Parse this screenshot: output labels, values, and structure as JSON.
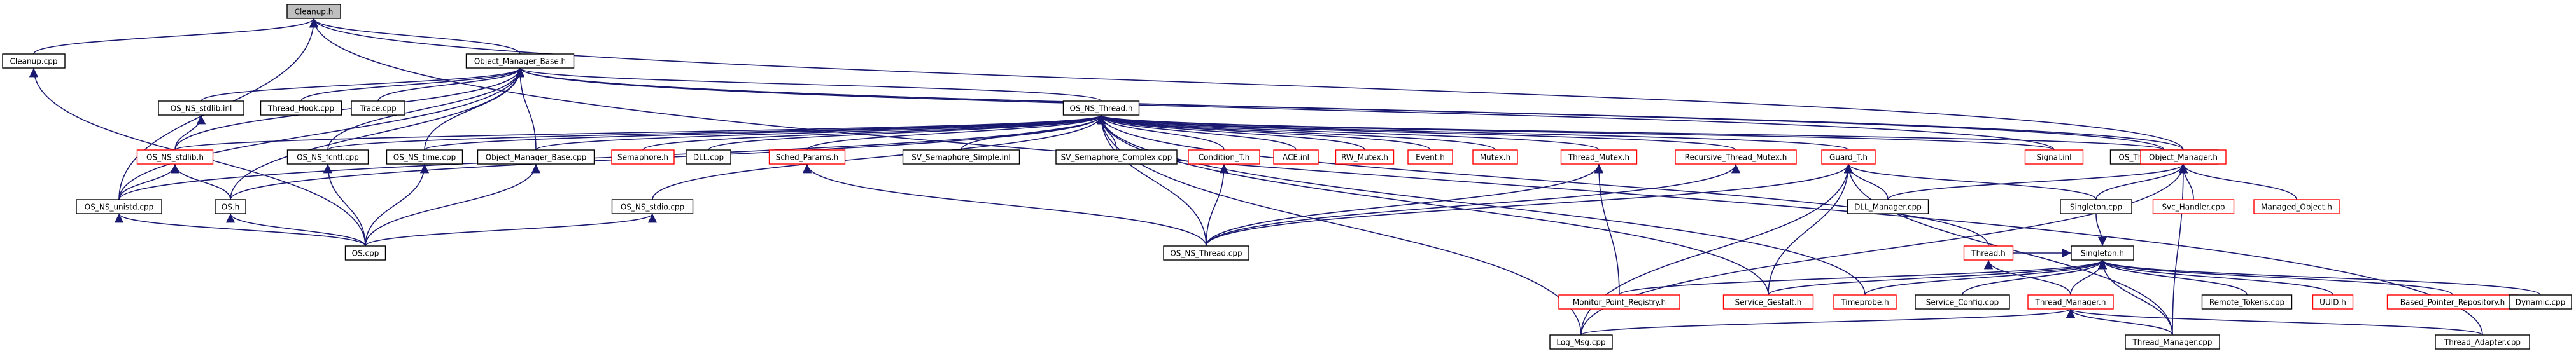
{
  "graph": {
    "colors": {
      "edge": "#191970",
      "border": "#000000",
      "missing_border": "#ff0000",
      "focus_fill": "#bfbfbf"
    },
    "nodes": [
      {
        "id": "cleanup_h",
        "label": "Cleanup.h",
        "focus": true
      },
      {
        "id": "cleanup_cpp",
        "label": "Cleanup.cpp"
      },
      {
        "id": "object_manager_base_h",
        "label": "Object_Manager_Base.h"
      },
      {
        "id": "os_ns_stdlib_inl",
        "label": "OS_NS_stdlib.inl"
      },
      {
        "id": "thread_hook_cpp",
        "label": "Thread_Hook.cpp"
      },
      {
        "id": "trace_cpp",
        "label": "Trace.cpp"
      },
      {
        "id": "os_ns_thread_h",
        "label": "OS_NS_Thread.h"
      },
      {
        "id": "os_ns_stdlib_h",
        "label": "OS_NS_stdlib.h",
        "missing": true
      },
      {
        "id": "os_ns_fcntl_cpp",
        "label": "OS_NS_fcntl.cpp"
      },
      {
        "id": "os_ns_time_cpp",
        "label": "OS_NS_time.cpp"
      },
      {
        "id": "object_manager_base_cpp",
        "label": "Object_Manager_Base.cpp"
      },
      {
        "id": "semaphore_h",
        "label": "Semaphore.h",
        "missing": true
      },
      {
        "id": "dll_cpp",
        "label": "DLL.cpp"
      },
      {
        "id": "sched_params_h",
        "label": "Sched_Params.h",
        "missing": true
      },
      {
        "id": "sv_semaphore_simple_inl",
        "label": "SV_Semaphore_Simple.inl"
      },
      {
        "id": "sv_semaphore_complex_cpp",
        "label": "SV_Semaphore_Complex.cpp"
      },
      {
        "id": "condition_t_h",
        "label": "Condition_T.h",
        "missing": true
      },
      {
        "id": "ace_inl",
        "label": "ACE.inl",
        "missing": true
      },
      {
        "id": "rw_mutex_h",
        "label": "RW_Mutex.h",
        "missing": true
      },
      {
        "id": "event_h",
        "label": "Event.h",
        "missing": true
      },
      {
        "id": "mutex_h",
        "label": "Mutex.h",
        "missing": true
      },
      {
        "id": "thread_mutex_h",
        "label": "Thread_Mutex.h",
        "missing": true
      },
      {
        "id": "recursive_thread_mutex_h",
        "label": "Recursive_Thread_Mutex.h",
        "missing": true
      },
      {
        "id": "guard_t_h",
        "label": "Guard_T.h",
        "missing": true
      },
      {
        "id": "signal_inl",
        "label": "Signal.inl",
        "missing": true
      },
      {
        "id": "os_thread_adapter_cpp",
        "label": "OS_Thread_Adapter.cpp"
      },
      {
        "id": "object_manager_h",
        "label": "Object_Manager.h",
        "missing": true
      },
      {
        "id": "os_h",
        "label": "OS.h"
      },
      {
        "id": "os_ns_unistd_cpp",
        "label": "OS_NS_unistd.cpp"
      },
      {
        "id": "os_ns_stdio_cpp",
        "label": "OS_NS_stdio.cpp"
      },
      {
        "id": "os_ns_thread_cpp",
        "label": "OS_NS_Thread.cpp"
      },
      {
        "id": "dll_manager_cpp",
        "label": "DLL_Manager.cpp"
      },
      {
        "id": "singleton_cpp",
        "label": "Singleton.cpp"
      },
      {
        "id": "svc_handler_cpp",
        "label": "Svc_Handler.cpp",
        "missing": true
      },
      {
        "id": "managed_object_h",
        "label": "Managed_Object.h",
        "missing": true
      },
      {
        "id": "os_cpp",
        "label": "OS.cpp"
      },
      {
        "id": "singleton_h",
        "label": "Singleton.h"
      },
      {
        "id": "thread_h",
        "label": "Thread.h",
        "missing": true
      },
      {
        "id": "monitor_point_registry_h",
        "label": "Monitor_Point_Registry.h",
        "missing": true
      },
      {
        "id": "service_gestalt_h",
        "label": "Service_Gestalt.h",
        "missing": true
      },
      {
        "id": "timeprobe_h",
        "label": "Timeprobe.h",
        "missing": true
      },
      {
        "id": "service_config_cpp",
        "label": "Service_Config.cpp"
      },
      {
        "id": "thread_manager_h",
        "label": "Thread_Manager.h",
        "missing": true
      },
      {
        "id": "remote_tokens_cpp",
        "label": "Remote_Tokens.cpp"
      },
      {
        "id": "uuid_h",
        "label": "UUID.h",
        "missing": true
      },
      {
        "id": "based_pointer_repository_h",
        "label": "Based_Pointer_Repository.h",
        "missing": true
      },
      {
        "id": "dynamic_cpp",
        "label": "Dynamic.cpp"
      },
      {
        "id": "log_msg_cpp",
        "label": "Log_Msg.cpp"
      },
      {
        "id": "thread_manager_cpp",
        "label": "Thread_Manager.cpp"
      },
      {
        "id": "thread_adapter_cpp",
        "label": "Thread_Adapter.cpp"
      }
    ],
    "edges": [
      [
        "cleanup_h",
        "cleanup_cpp"
      ],
      [
        "cleanup_h",
        "object_manager_base_h"
      ],
      [
        "cleanup_h",
        "os_ns_unistd_cpp"
      ],
      [
        "cleanup_h",
        "object_manager_h"
      ],
      [
        "cleanup_h",
        "thread_adapter_cpp"
      ],
      [
        "object_manager_base_h",
        "os_ns_stdlib_inl"
      ],
      [
        "object_manager_base_h",
        "thread_hook_cpp"
      ],
      [
        "object_manager_base_h",
        "trace_cpp"
      ],
      [
        "object_manager_base_h",
        "os_ns_thread_h"
      ],
      [
        "object_manager_base_h",
        "os_ns_stdlib_h"
      ],
      [
        "object_manager_base_h",
        "os_ns_time_cpp"
      ],
      [
        "object_manager_base_h",
        "object_manager_base_cpp"
      ],
      [
        "object_manager_base_h",
        "os_h"
      ],
      [
        "object_manager_base_h",
        "os_ns_unistd_cpp"
      ],
      [
        "object_manager_base_h",
        "os_ns_fcntl_cpp"
      ],
      [
        "object_manager_base_h",
        "signal_inl"
      ],
      [
        "object_manager_base_h",
        "os_thread_adapter_cpp"
      ],
      [
        "object_manager_base_h",
        "object_manager_h"
      ],
      [
        "os_ns_stdlib_inl",
        "os_ns_stdlib_h"
      ],
      [
        "os_ns_thread_h",
        "os_ns_stdlib_h"
      ],
      [
        "os_ns_thread_h",
        "os_ns_fcntl_cpp"
      ],
      [
        "os_ns_thread_h",
        "os_ns_time_cpp"
      ],
      [
        "os_ns_thread_h",
        "object_manager_base_cpp"
      ],
      [
        "os_ns_thread_h",
        "semaphore_h"
      ],
      [
        "os_ns_thread_h",
        "dll_cpp"
      ],
      [
        "os_ns_thread_h",
        "sched_params_h"
      ],
      [
        "os_ns_thread_h",
        "sv_semaphore_simple_inl"
      ],
      [
        "os_ns_thread_h",
        "sv_semaphore_complex_cpp"
      ],
      [
        "os_ns_thread_h",
        "condition_t_h"
      ],
      [
        "os_ns_thread_h",
        "ace_inl"
      ],
      [
        "os_ns_thread_h",
        "rw_mutex_h"
      ],
      [
        "os_ns_thread_h",
        "event_h"
      ],
      [
        "os_ns_thread_h",
        "mutex_h"
      ],
      [
        "os_ns_thread_h",
        "thread_mutex_h"
      ],
      [
        "os_ns_thread_h",
        "recursive_thread_mutex_h"
      ],
      [
        "os_ns_thread_h",
        "guard_t_h"
      ],
      [
        "os_ns_thread_h",
        "signal_inl"
      ],
      [
        "os_ns_thread_h",
        "os_thread_adapter_cpp"
      ],
      [
        "os_ns_thread_h",
        "os_h"
      ],
      [
        "os_ns_thread_h",
        "os_ns_unistd_cpp"
      ],
      [
        "os_ns_thread_h",
        "os_ns_stdio_cpp"
      ],
      [
        "os_ns_thread_h",
        "os_ns_thread_cpp"
      ],
      [
        "os_ns_thread_h",
        "thread_h"
      ],
      [
        "os_ns_thread_h",
        "timeprobe_h"
      ],
      [
        "os_ns_thread_h",
        "service_gestalt_h"
      ],
      [
        "os_ns_thread_h",
        "log_msg_cpp"
      ],
      [
        "os_ns_stdlib_h",
        "os_h"
      ],
      [
        "os_ns_stdlib_h",
        "os_ns_unistd_cpp"
      ],
      [
        "os_ns_fcntl_cpp",
        "os_cpp"
      ],
      [
        "os_ns_time_cpp",
        "os_cpp"
      ],
      [
        "object_manager_base_cpp",
        "os_cpp"
      ],
      [
        "os_h",
        "os_cpp"
      ],
      [
        "os_ns_unistd_cpp",
        "os_cpp"
      ],
      [
        "cleanup_cpp",
        "os_cpp"
      ],
      [
        "os_ns_stdio_cpp",
        "os_cpp"
      ],
      [
        "sched_params_h",
        "os_ns_thread_cpp"
      ],
      [
        "condition_t_h",
        "os_ns_thread_cpp"
      ],
      [
        "thread_mutex_h",
        "os_ns_thread_cpp"
      ],
      [
        "thread_mutex_h",
        "monitor_point_registry_h"
      ],
      [
        "recursive_thread_mutex_h",
        "os_ns_thread_cpp"
      ],
      [
        "guard_t_h",
        "os_ns_thread_cpp"
      ],
      [
        "guard_t_h",
        "dll_manager_cpp"
      ],
      [
        "guard_t_h",
        "singleton_cpp"
      ],
      [
        "guard_t_h",
        "log_msg_cpp"
      ],
      [
        "guard_t_h",
        "service_gestalt_h"
      ],
      [
        "guard_t_h",
        "thread_manager_cpp"
      ],
      [
        "object_manager_h",
        "dll_manager_cpp"
      ],
      [
        "object_manager_h",
        "singleton_cpp"
      ],
      [
        "object_manager_h",
        "svc_handler_cpp"
      ],
      [
        "object_manager_h",
        "managed_object_h"
      ],
      [
        "object_manager_h",
        "thread_manager_cpp"
      ],
      [
        "object_manager_h",
        "log_msg_cpp"
      ],
      [
        "singleton_h",
        "singleton_cpp"
      ],
      [
        "singleton_h",
        "thread_h"
      ],
      [
        "singleton_h",
        "monitor_point_registry_h"
      ],
      [
        "singleton_h",
        "service_gestalt_h"
      ],
      [
        "singleton_h",
        "timeprobe_h"
      ],
      [
        "singleton_h",
        "service_config_cpp"
      ],
      [
        "singleton_h",
        "thread_manager_h"
      ],
      [
        "singleton_h",
        "remote_tokens_cpp"
      ],
      [
        "singleton_h",
        "uuid_h"
      ],
      [
        "singleton_h",
        "based_pointer_repository_h"
      ],
      [
        "singleton_h",
        "dynamic_cpp"
      ],
      [
        "singleton_h",
        "thread_manager_cpp"
      ],
      [
        "thread_manager_h",
        "log_msg_cpp"
      ],
      [
        "thread_manager_h",
        "thread_manager_cpp"
      ],
      [
        "thread_manager_h",
        "thread_adapter_cpp"
      ],
      [
        "thread_h",
        "thread_manager_h"
      ]
    ]
  }
}
